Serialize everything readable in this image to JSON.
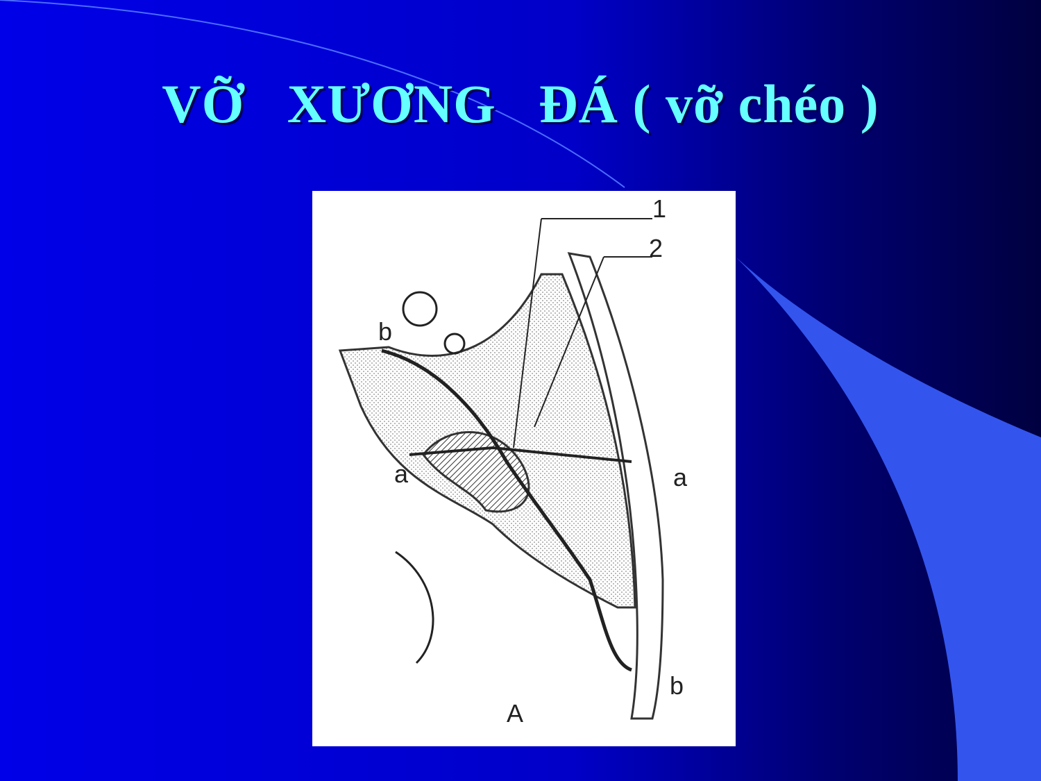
{
  "slide": {
    "title": "VỠ   XƯƠNG   ĐÁ ( vỡ chéo )"
  },
  "figure": {
    "labels": {
      "one": "1",
      "two": "2",
      "a_left": "a",
      "a_right": "a",
      "b_top": "b",
      "b_bottom": "b",
      "A": "A"
    }
  },
  "colors": {
    "background": "#0000e6",
    "title": "#66ffff",
    "swoosh": "#3355ee",
    "dark": "#000040"
  }
}
